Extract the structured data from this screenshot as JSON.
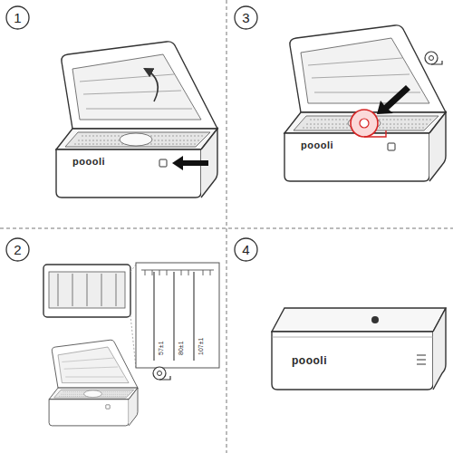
{
  "diagram": {
    "nodes": [
      {
        "text": [
          "1"
        ]
      },
      {
        "text": [
          "3"
        ]
      },
      {
        "text": [
          "2"
        ]
      },
      {
        "text": [
          "4"
        ]
      }
    ],
    "labels": [
      "poooli",
      "poooli",
      "57±1",
      "80±1",
      "107±1",
      "poooli"
    ]
  }
}
